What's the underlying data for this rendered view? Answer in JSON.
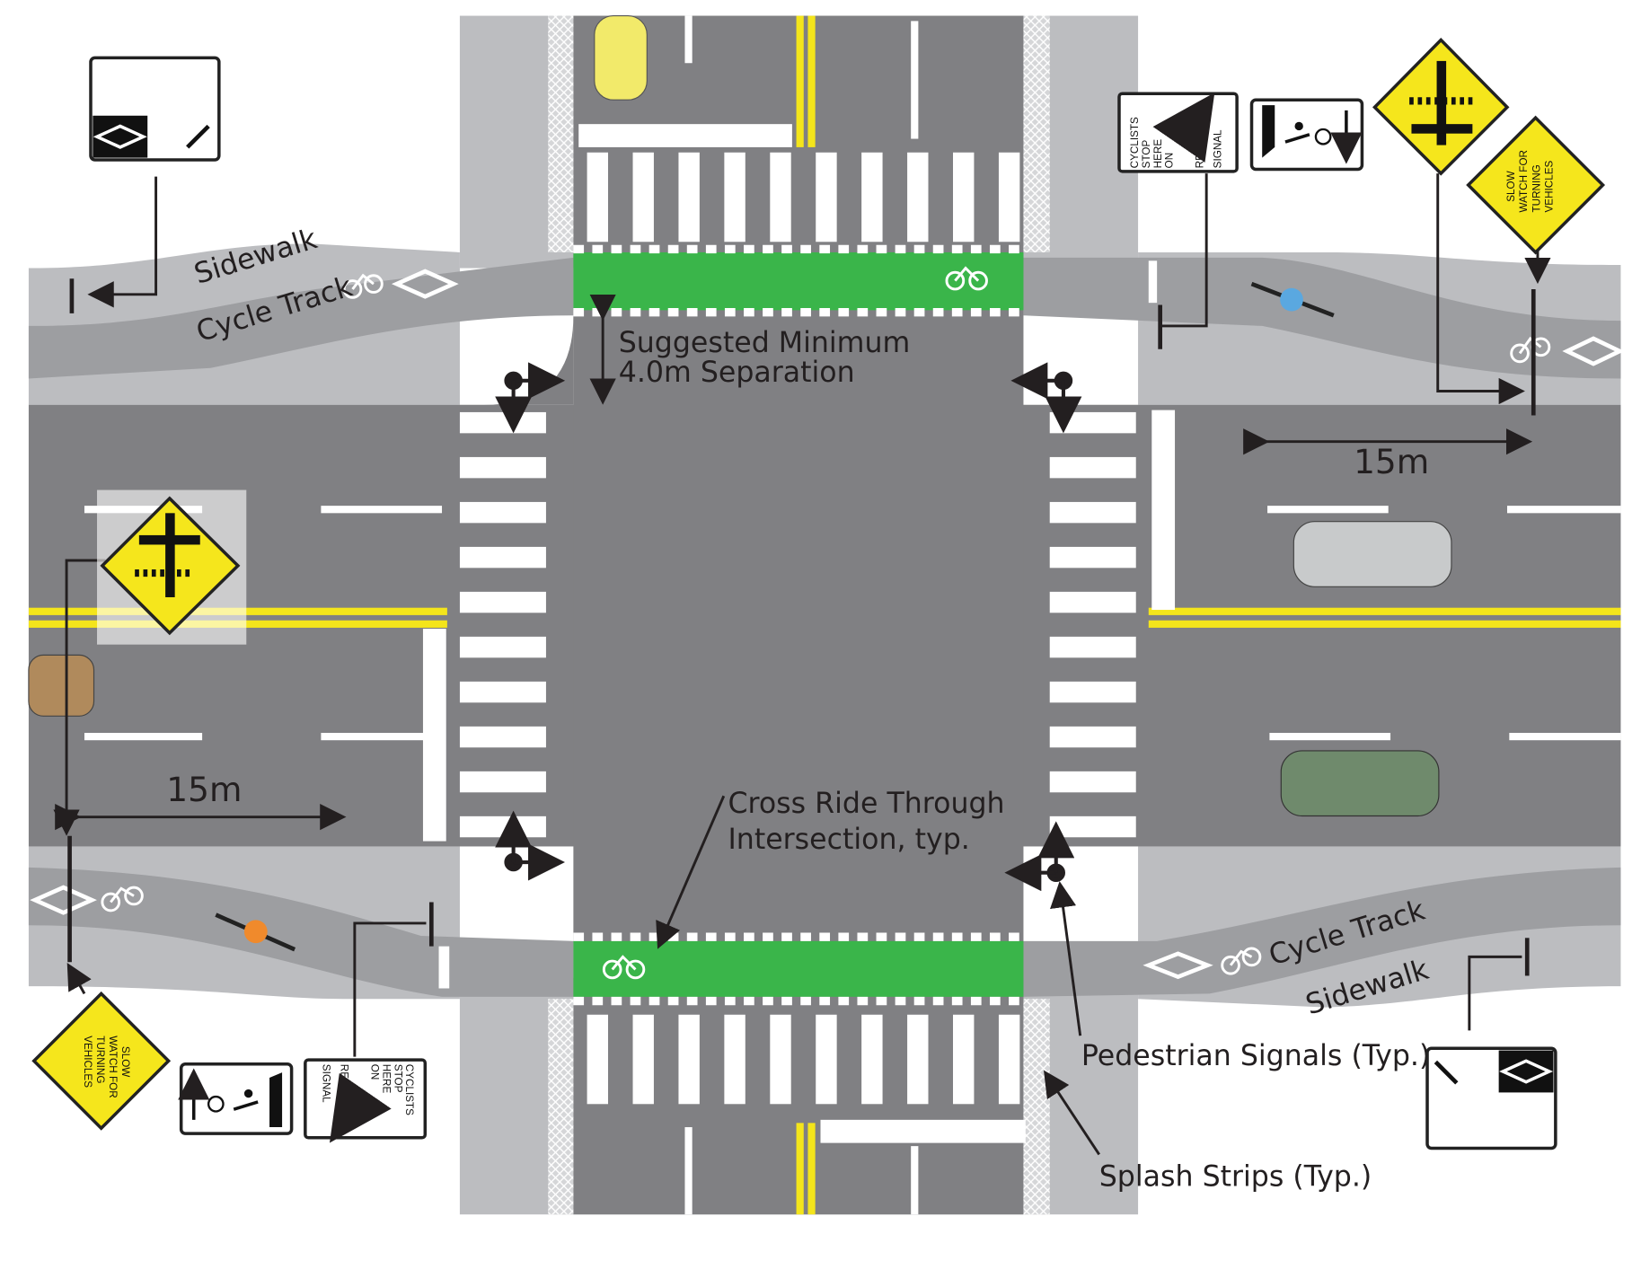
{
  "labels": {
    "sidewalk": "Sidewalk",
    "cycle_track": "Cycle Track",
    "separation_line1": "Suggested Minimum",
    "separation_line2": "4.0m Separation",
    "distance_15m": "15m",
    "cross_ride_line1": "Cross Ride Through",
    "cross_ride_line2": "Intersection, typ.",
    "pedestrian_signals": "Pedestrian Signals (Typ.)",
    "splash_strips": "Splash Strips (Typ.)"
  },
  "signs": {
    "cyclists_stop": [
      "CYCLISTS",
      "STOP",
      "HERE",
      "ON",
      "RED",
      "SIGNAL"
    ],
    "slow_watch": [
      "SLOW",
      "WATCH FOR",
      "TURNING",
      "VEHICLES"
    ]
  },
  "colors": {
    "road": "#808083",
    "sidewalk": "#bcbdc0",
    "cycle_track": "#9d9ea1",
    "green_crossride": "#3ab54a",
    "yellow_line": "#f4e51b",
    "sign_yellow": "#f5e61c"
  }
}
